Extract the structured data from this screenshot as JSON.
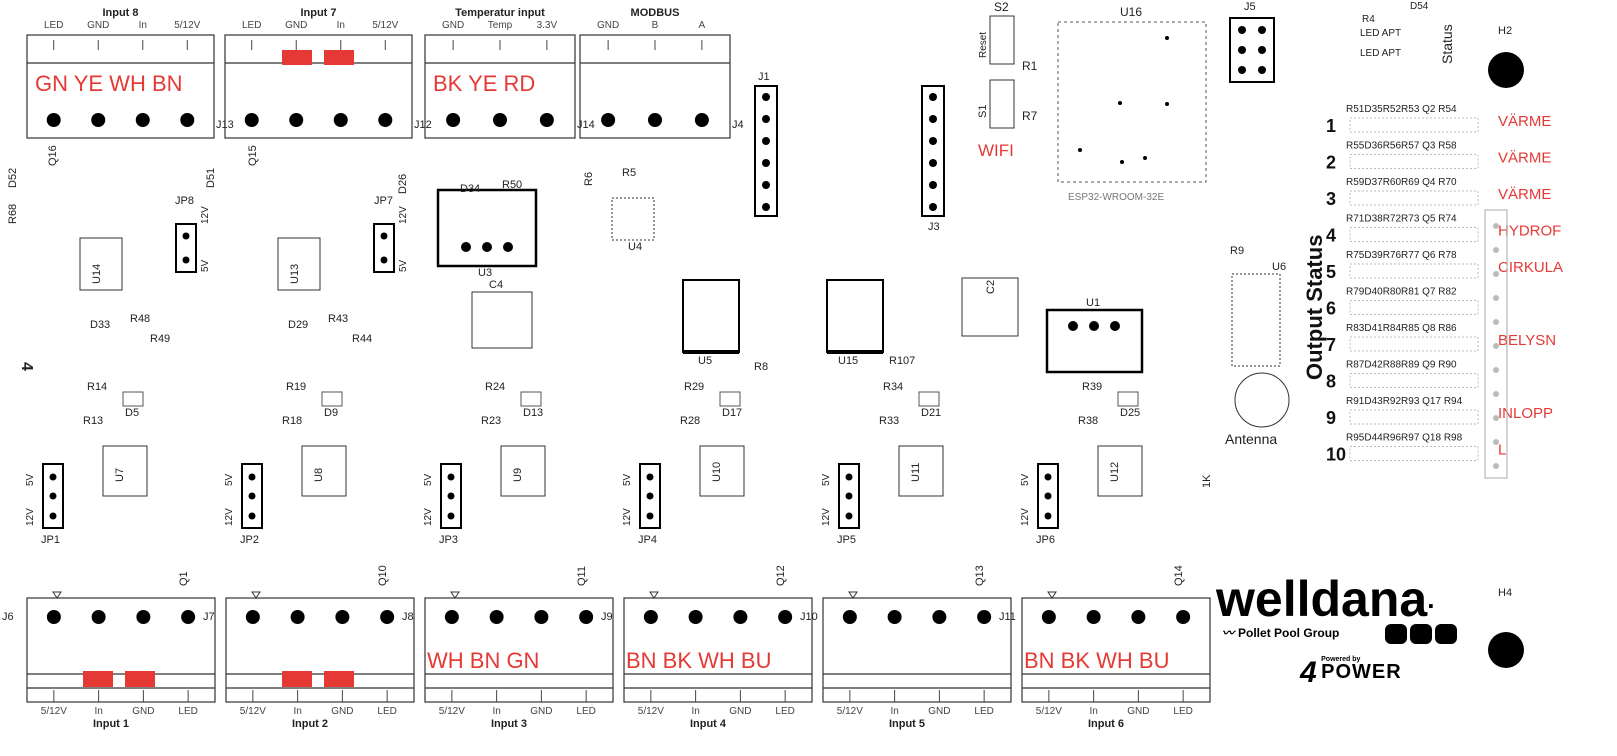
{
  "top_connectors": [
    {
      "title": "Input 8",
      "pins": [
        "LED",
        "GND",
        "In",
        "5/12V"
      ],
      "designator": "J13",
      "wire_colors": "GN YE WH BN"
    },
    {
      "title": "Input 7",
      "pins": [
        "LED",
        "GND",
        "In",
        "5/12V"
      ],
      "designator": "J12",
      "wire_colors": ""
    },
    {
      "title": "Temperatur input",
      "pins": [
        "GND",
        "Temp",
        "3.3V"
      ],
      "designator": "J14",
      "wire_colors": "BK YE RD"
    },
    {
      "title": "MODBUS",
      "pins": [
        "GND",
        "B",
        "A"
      ],
      "designator": "J4",
      "wire_colors": ""
    }
  ],
  "bottom_connectors": [
    {
      "title": "Input 1",
      "designator": "J6",
      "right_designator": "J7",
      "wire_colors": ""
    },
    {
      "title": "Input 2",
      "designator": "",
      "right_designator": "J8",
      "wire_colors": ""
    },
    {
      "title": "Input 3",
      "designator": "",
      "right_designator": "J9",
      "wire_colors": "WH BN GN"
    },
    {
      "title": "Input 4",
      "designator": "",
      "right_designator": "J10",
      "wire_colors": "BN BK WH BU"
    },
    {
      "title": "Input 5",
      "designator": "",
      "right_designator": "J11",
      "wire_colors": ""
    },
    {
      "title": "Input 6",
      "designator": "",
      "right_designator": "",
      "wire_colors": "BN BK WH BU"
    }
  ],
  "bottom_pins": [
    "5/12V",
    "In",
    "GND",
    "LED"
  ],
  "top_designators": {
    "s2": "S2",
    "reset": "Reset",
    "r1": "R1",
    "s1": "S1",
    "r7": "R7",
    "u16": "U16",
    "j5": "J5",
    "wifi": "WIFI",
    "esp": "ESP32-WROOM-32E",
    "j1": "J1",
    "j3": "J3",
    "u3": "U3",
    "u4": "U4",
    "c4": "C4",
    "r6": "R6",
    "r5": "R5",
    "d34": "D34",
    "r50": "R50",
    "r9": "R9",
    "u6": "U6",
    "u1": "U1",
    "c2": "C2",
    "u5": "U5",
    "u15": "U15",
    "r8": "R8",
    "r107": "R107",
    "antenna": "Antenna",
    "u14": "U14",
    "u13": "U13",
    "jp8": "JP8",
    "jp7": "JP7",
    "d33": "D33",
    "d29": "D29",
    "r49": "R49",
    "r44": "R44",
    "r48": "R48",
    "r43": "R43",
    "q16": "Q16",
    "q15": "Q15",
    "d52": "D52",
    "r68": "R68",
    "d51": "D51",
    "d26": "D26",
    "four": "4",
    "jp_12v": "12V",
    "jp_5v": "5V",
    "one_k": "1K"
  },
  "input_channels": [
    {
      "u": "U7",
      "jp": "JP1",
      "q": "Q1",
      "top_r": "R14",
      "d": "D5",
      "r13": "R13"
    },
    {
      "u": "U8",
      "jp": "JP2",
      "q": "Q10",
      "top_r": "R19",
      "d": "D9",
      "r13": "R18"
    },
    {
      "u": "U9",
      "jp": "JP3",
      "q": "Q11",
      "top_r": "R24",
      "d": "D13",
      "r13": "R23"
    },
    {
      "u": "U10",
      "jp": "JP4",
      "q": "Q12",
      "top_r": "R29",
      "d": "D17",
      "r13": "R28"
    },
    {
      "u": "U11",
      "jp": "JP5",
      "q": "Q13",
      "top_r": "R34",
      "d": "D21",
      "r13": "R33"
    },
    {
      "u": "U12",
      "jp": "JP6",
      "q": "Q14",
      "top_r": "R39",
      "d": "D25",
      "r13": "R38"
    }
  ],
  "status_header": {
    "d54": "D54",
    "r4": "R4",
    "led_apt1": "LED APT",
    "status": "Status",
    "h2": "H2",
    "h4": "H4"
  },
  "output_status": {
    "title": "Output Status",
    "rows": [
      {
        "num": "1",
        "refs": "R51D35R52R53 Q2 R54",
        "label": "VÄRME"
      },
      {
        "num": "2",
        "refs": "R55D36R56R57 Q3 R58",
        "label": "VÄRME"
      },
      {
        "num": "3",
        "refs": "R59D37R60R69 Q4 R70",
        "label": "VÄRME"
      },
      {
        "num": "4",
        "refs": "R71D38R72R73 Q5 R74",
        "label": "HYDROF"
      },
      {
        "num": "5",
        "refs": "R75D39R76R77 Q6 R78",
        "label": "CIRKULA"
      },
      {
        "num": "6",
        "refs": "R79D40R80R81 Q7 R82",
        "label": ""
      },
      {
        "num": "7",
        "refs": "R83D41R84R85 Q8 R86",
        "label": "BELYSN"
      },
      {
        "num": "8",
        "refs": "R87D42R88R89 Q9 R90",
        "label": ""
      },
      {
        "num": "9",
        "refs": "R91D43R92R93 Q17 R94",
        "label": "INLOPP"
      },
      {
        "num": "10",
        "refs": "R95D44R96R97 Q18 R98",
        "label": "L"
      }
    ]
  },
  "brand": {
    "name": "welldana",
    "dot": ".",
    "sub": "Pollet Pool Group",
    "powered_by": "Powered by",
    "power": "POWER",
    "four": "4"
  }
}
